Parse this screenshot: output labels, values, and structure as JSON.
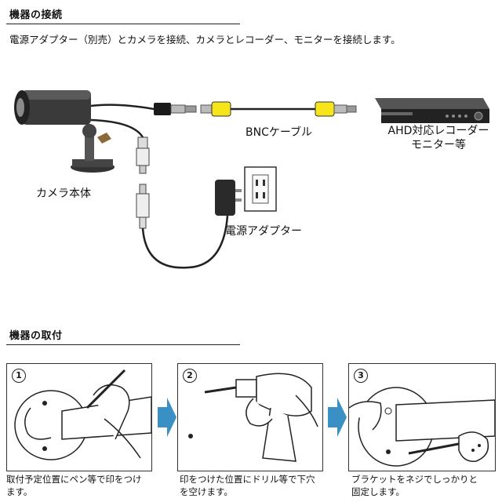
{
  "connection": {
    "heading": "機器の接続",
    "intro": "電源アダプター（別売）とカメラを接続、カメラとレコーダー、モニターを接続します。",
    "labels": {
      "camera": "カメラ本体",
      "bnc_cable": "BNCケーブル",
      "recorder_line1": "AHD対応レコーダー",
      "recorder_line2": "モニター等",
      "power_adapter": "電源アダプター"
    }
  },
  "mounting": {
    "heading": "機器の取付",
    "steps": [
      {
        "number": "1",
        "caption_line1": "取付予定位置にペン等で印をつけ",
        "caption_line2": "ます。"
      },
      {
        "number": "2",
        "caption_line1": "印をつけた位置にドリル等で下穴",
        "caption_line2": "を空けます。"
      },
      {
        "number": "3",
        "caption_line1": "ブラケットをネジでしっかりと",
        "caption_line2": "固定します。"
      }
    ]
  },
  "colors": {
    "bnc_yellow": "#f5e51a",
    "arrow_blue": "#3a8fc4",
    "device_dark": "#2a2a2a"
  }
}
